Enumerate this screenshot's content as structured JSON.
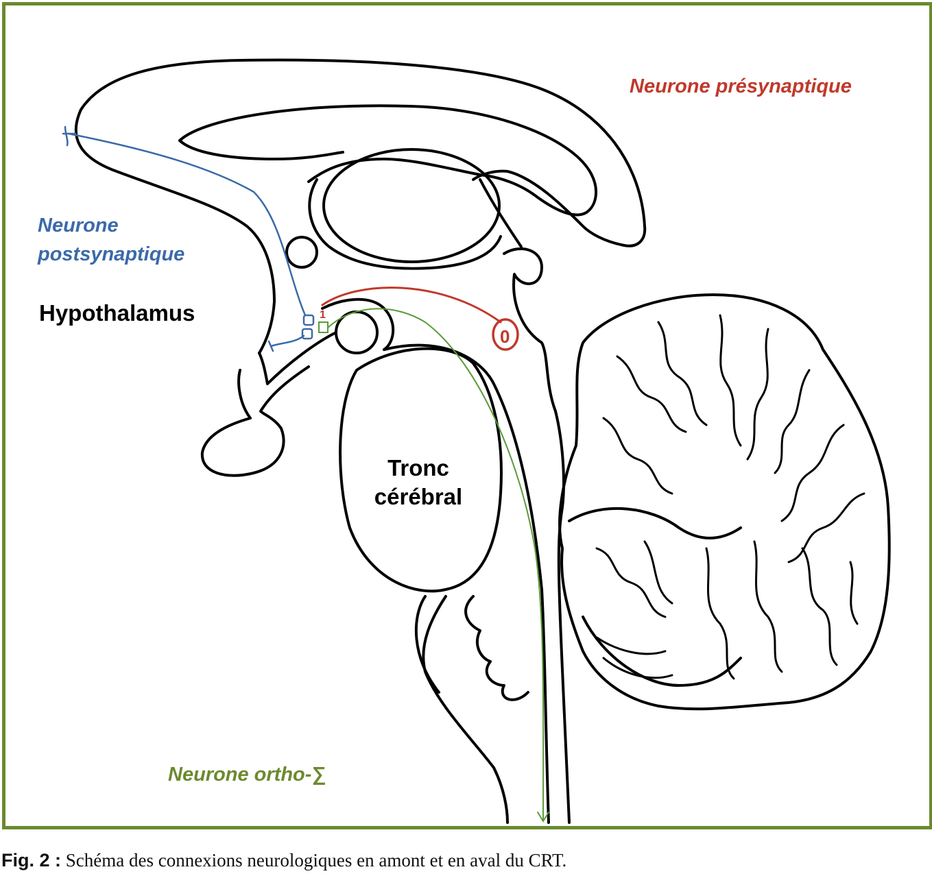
{
  "colors": {
    "frame": "#6b8a2f",
    "presynaptic": "#c0392b",
    "postsynaptic": "#3b6aa8",
    "ortho": "#5a9a3a",
    "outline": "#000000"
  },
  "labels": {
    "presynaptic": "Neurone présynaptique",
    "postsynaptic_line1": "Neurone",
    "postsynaptic_line2": "postsynaptique",
    "hypothalamus": "Hypothalamus",
    "tronc_line1": "Tronc",
    "tronc_line2": "cérébral",
    "ortho": "Neurone ortho-∑",
    "marker_pre": "0",
    "marker_one": "1"
  },
  "caption": {
    "fig_label": "Fig. 2 :",
    "text": " Schéma des connexions neurologiques en amont et en aval du CRT."
  }
}
